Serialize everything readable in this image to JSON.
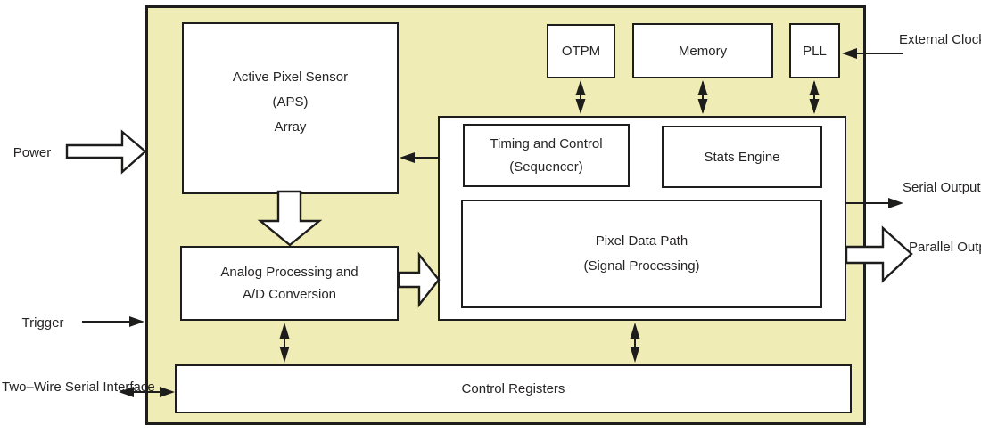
{
  "diagram": {
    "blocks": {
      "aps": {
        "lines": [
          "Active Pixel Sensor",
          "(APS)",
          "Array"
        ]
      },
      "otpm": {
        "label": "OTPM"
      },
      "memory": {
        "label": "Memory"
      },
      "pll": {
        "label": "PLL"
      },
      "timing": {
        "lines": [
          "Timing and Control",
          "(Sequencer)"
        ]
      },
      "stats": {
        "label": "Stats Engine"
      },
      "pixel_data_path": {
        "lines": [
          "Pixel Data Path",
          "(Signal Processing)"
        ]
      },
      "analog": {
        "lines": [
          "Analog Processing and",
          "A/D Conversion"
        ]
      },
      "control_registers": {
        "label": "Control Registers"
      }
    },
    "external_labels": {
      "power": "Power",
      "trigger": "Trigger",
      "two_wire": {
        "lines": [
          "Two–Wire",
          "Serial Interface"
        ]
      },
      "external_clock": {
        "lines": [
          "External",
          "Clock"
        ]
      },
      "serial_output": {
        "lines": [
          "Serial",
          "Output"
        ]
      },
      "parallel_output": {
        "lines": [
          "Parallel",
          "Output"
        ]
      }
    },
    "colors": {
      "chip_fill": "#f0ecb5",
      "box_fill": "#ffffff",
      "line": "#1d1d1b"
    }
  }
}
